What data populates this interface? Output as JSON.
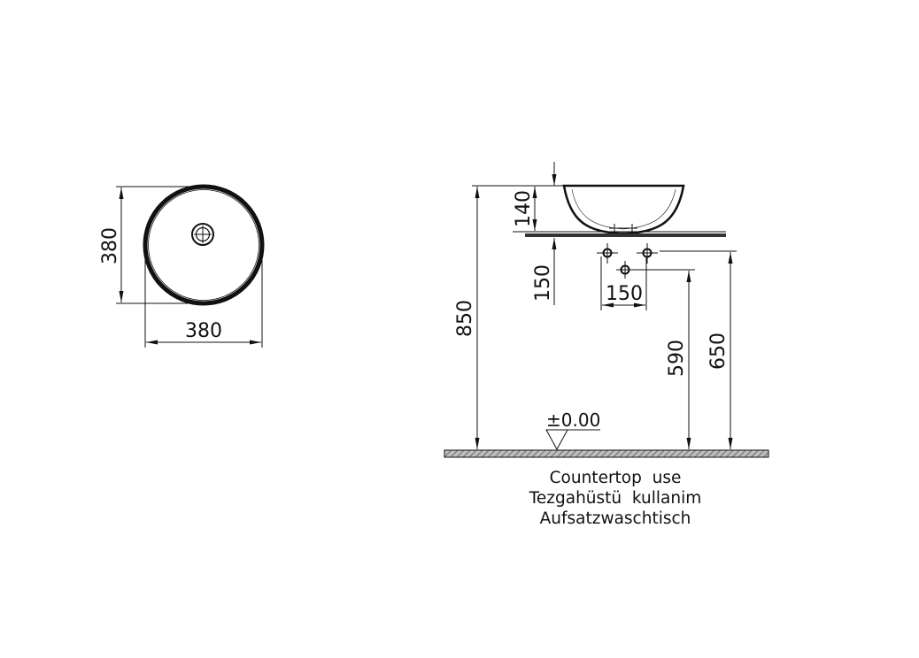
{
  "top_view": {
    "width_label": "380",
    "depth_label": "380"
  },
  "side_view": {
    "bowl_height_label": "140",
    "drain_offset_label": "150",
    "pipe_spacing_label": "150",
    "total_height_label": "850",
    "drain_height_label": "590",
    "supply_height_label": "650",
    "floor_level_label": "±0.00"
  },
  "caption": {
    "line1": "Countertop  use",
    "line2": "Tezgahüstü  kullanim",
    "line3": "Aufsatzwaschtisch"
  },
  "colors": {
    "ink": "#111111",
    "floor_fill": "#9a9a9a",
    "counter_fill": "#333333"
  }
}
